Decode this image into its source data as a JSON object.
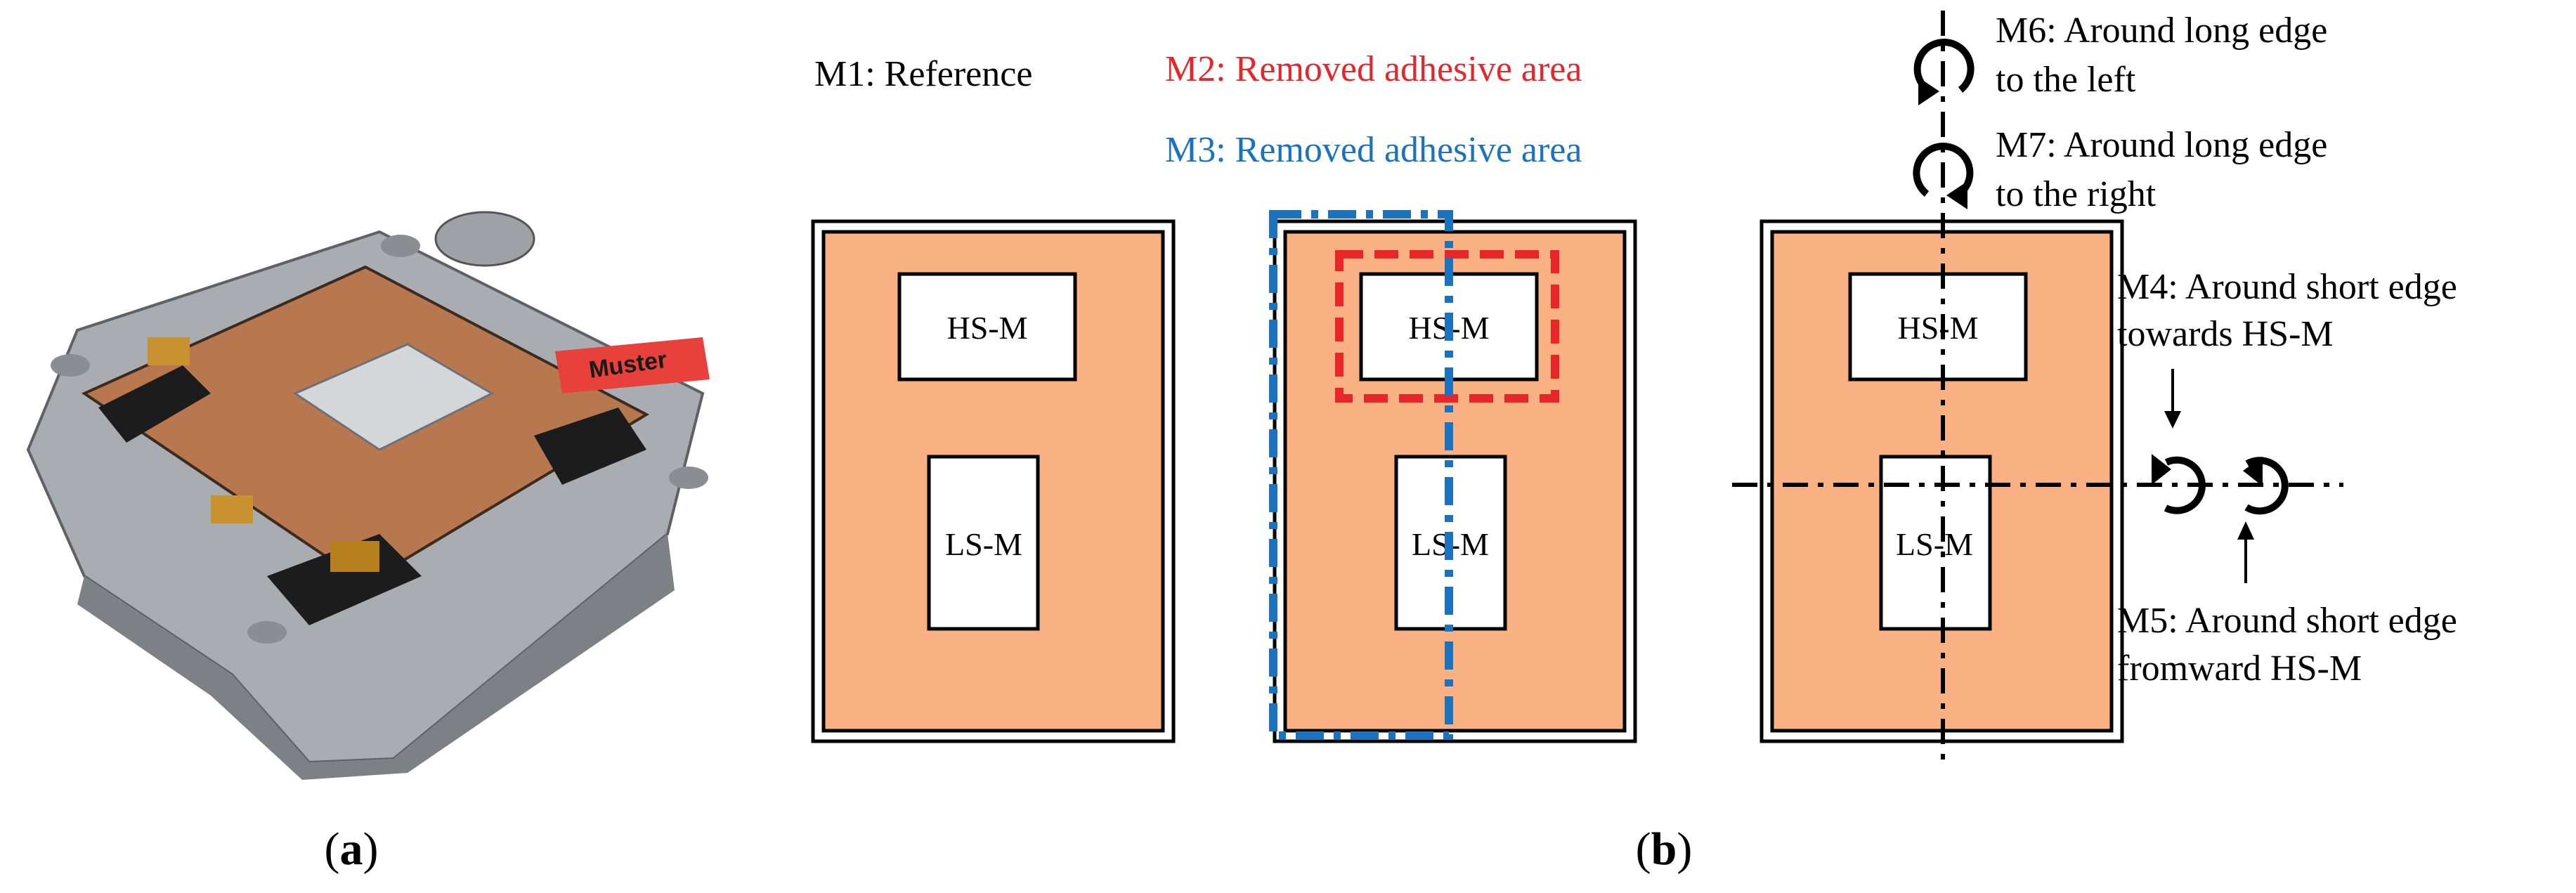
{
  "panels": {
    "a": {
      "caption_open": "(",
      "caption_letter": "a",
      "caption_close": ")"
    },
    "b": {
      "caption_open": "(",
      "caption_letter": "b",
      "caption_close": ")"
    }
  },
  "legend": {
    "m1": "M1: Reference",
    "m2": "M2: Removed adhesive area",
    "m3": "M3: Removed adhesive area"
  },
  "modules": {
    "hs": "HS-M",
    "ls": "LS-M"
  },
  "rotations": {
    "m6_line1": "M6: Around long edge",
    "m6_line2": "to the left",
    "m7_line1": "M7: Around long edge",
    "m7_line2": "to the right",
    "m4_line1": "M4: Around short edge",
    "m4_line2": "towards HS-M",
    "m5_line1": "M5: Around short edge",
    "m5_line2": "fromward HS-M"
  },
  "photo": {
    "tag": "Muster"
  },
  "colors": {
    "adhesive": "#F9B183",
    "m2": "#E8262A",
    "m3": "#1B72BF",
    "ink": "#000000",
    "tag_red": "#E8403A"
  }
}
